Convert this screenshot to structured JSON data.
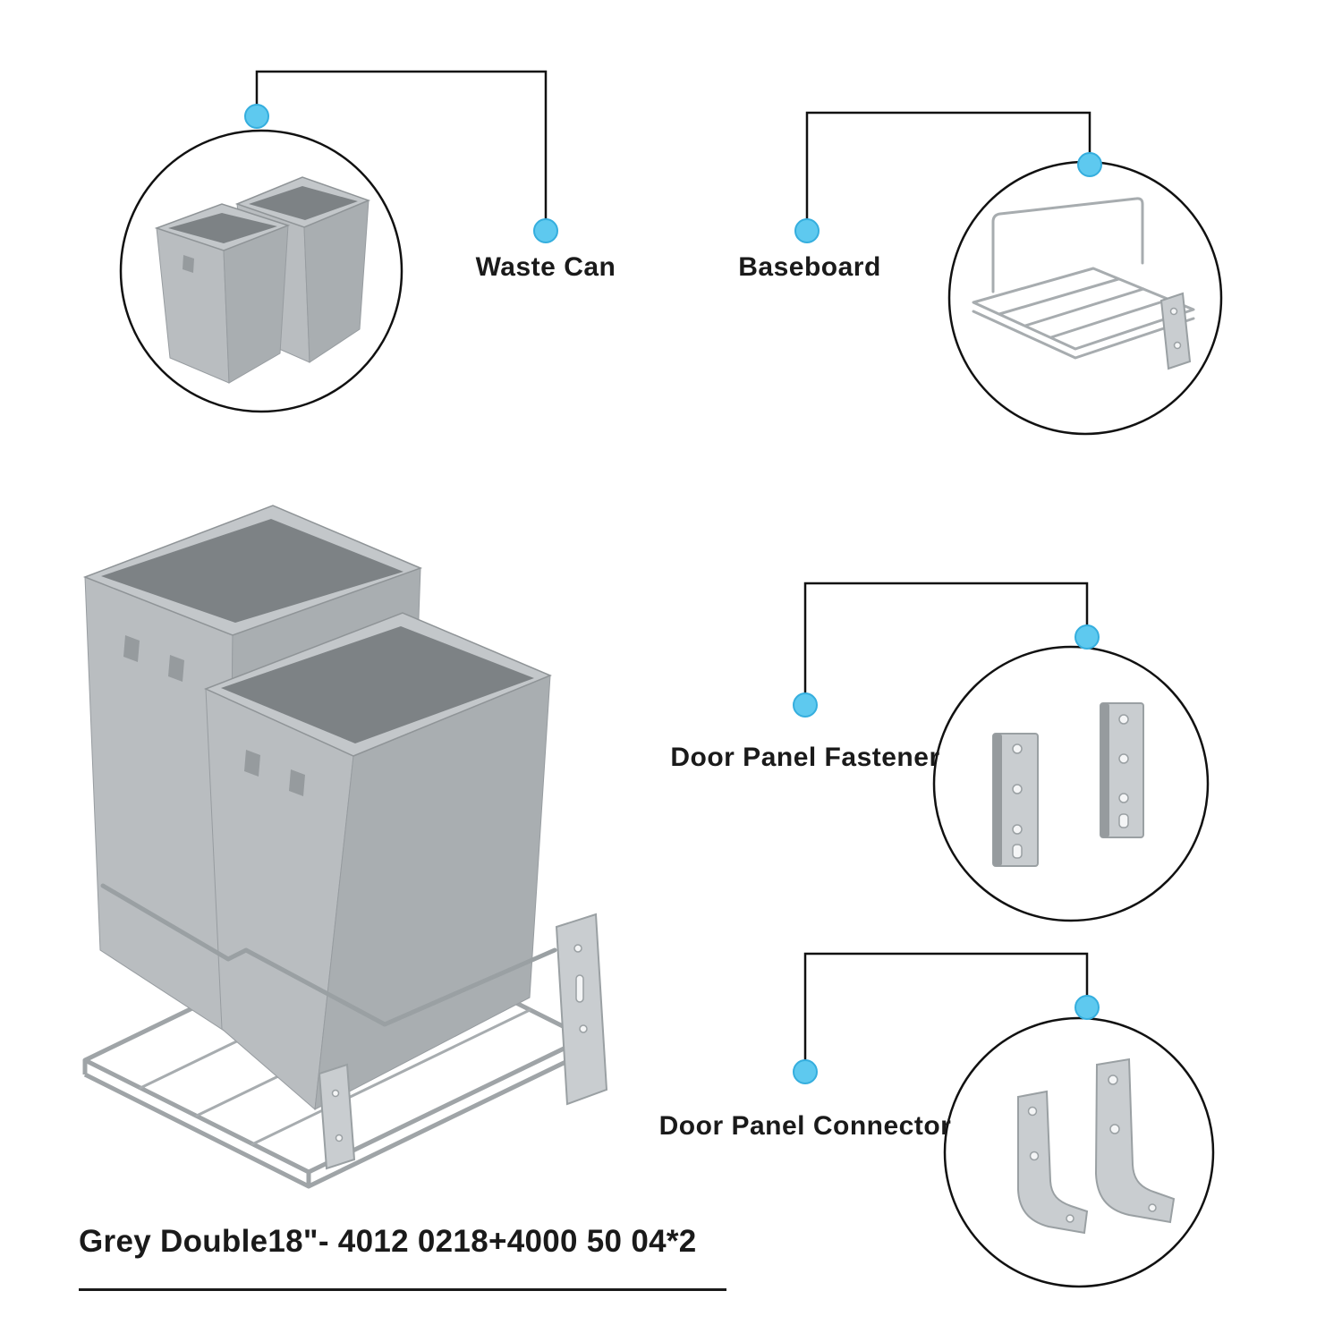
{
  "colors": {
    "background": "#ffffff",
    "line": "#111111",
    "text": "#1a1a1a",
    "callout_dot": "#5ec9ef",
    "callout_dot_edge": "#35aede",
    "bin_light": "#b9bdc0",
    "bin_mid": "#a9aeb1",
    "bin_dark": "#969b9e",
    "bin_cavity": "#7d8285",
    "bin_rim": "#c3c7ca",
    "metal": "#c9cdd0",
    "metal_stroke": "#9aa0a3",
    "wire": "#a7acaf"
  },
  "callouts": [
    {
      "id": "waste-can",
      "label": "Waste Can"
    },
    {
      "id": "baseboard",
      "label": "Baseboard"
    },
    {
      "id": "door-panel-fastener",
      "label": "Door Panel Fastener"
    },
    {
      "id": "door-panel-connector",
      "label": "Door Panel Connector"
    }
  ],
  "caption": "Grey Double18\"- 4012 0218+4000 50 04*2"
}
